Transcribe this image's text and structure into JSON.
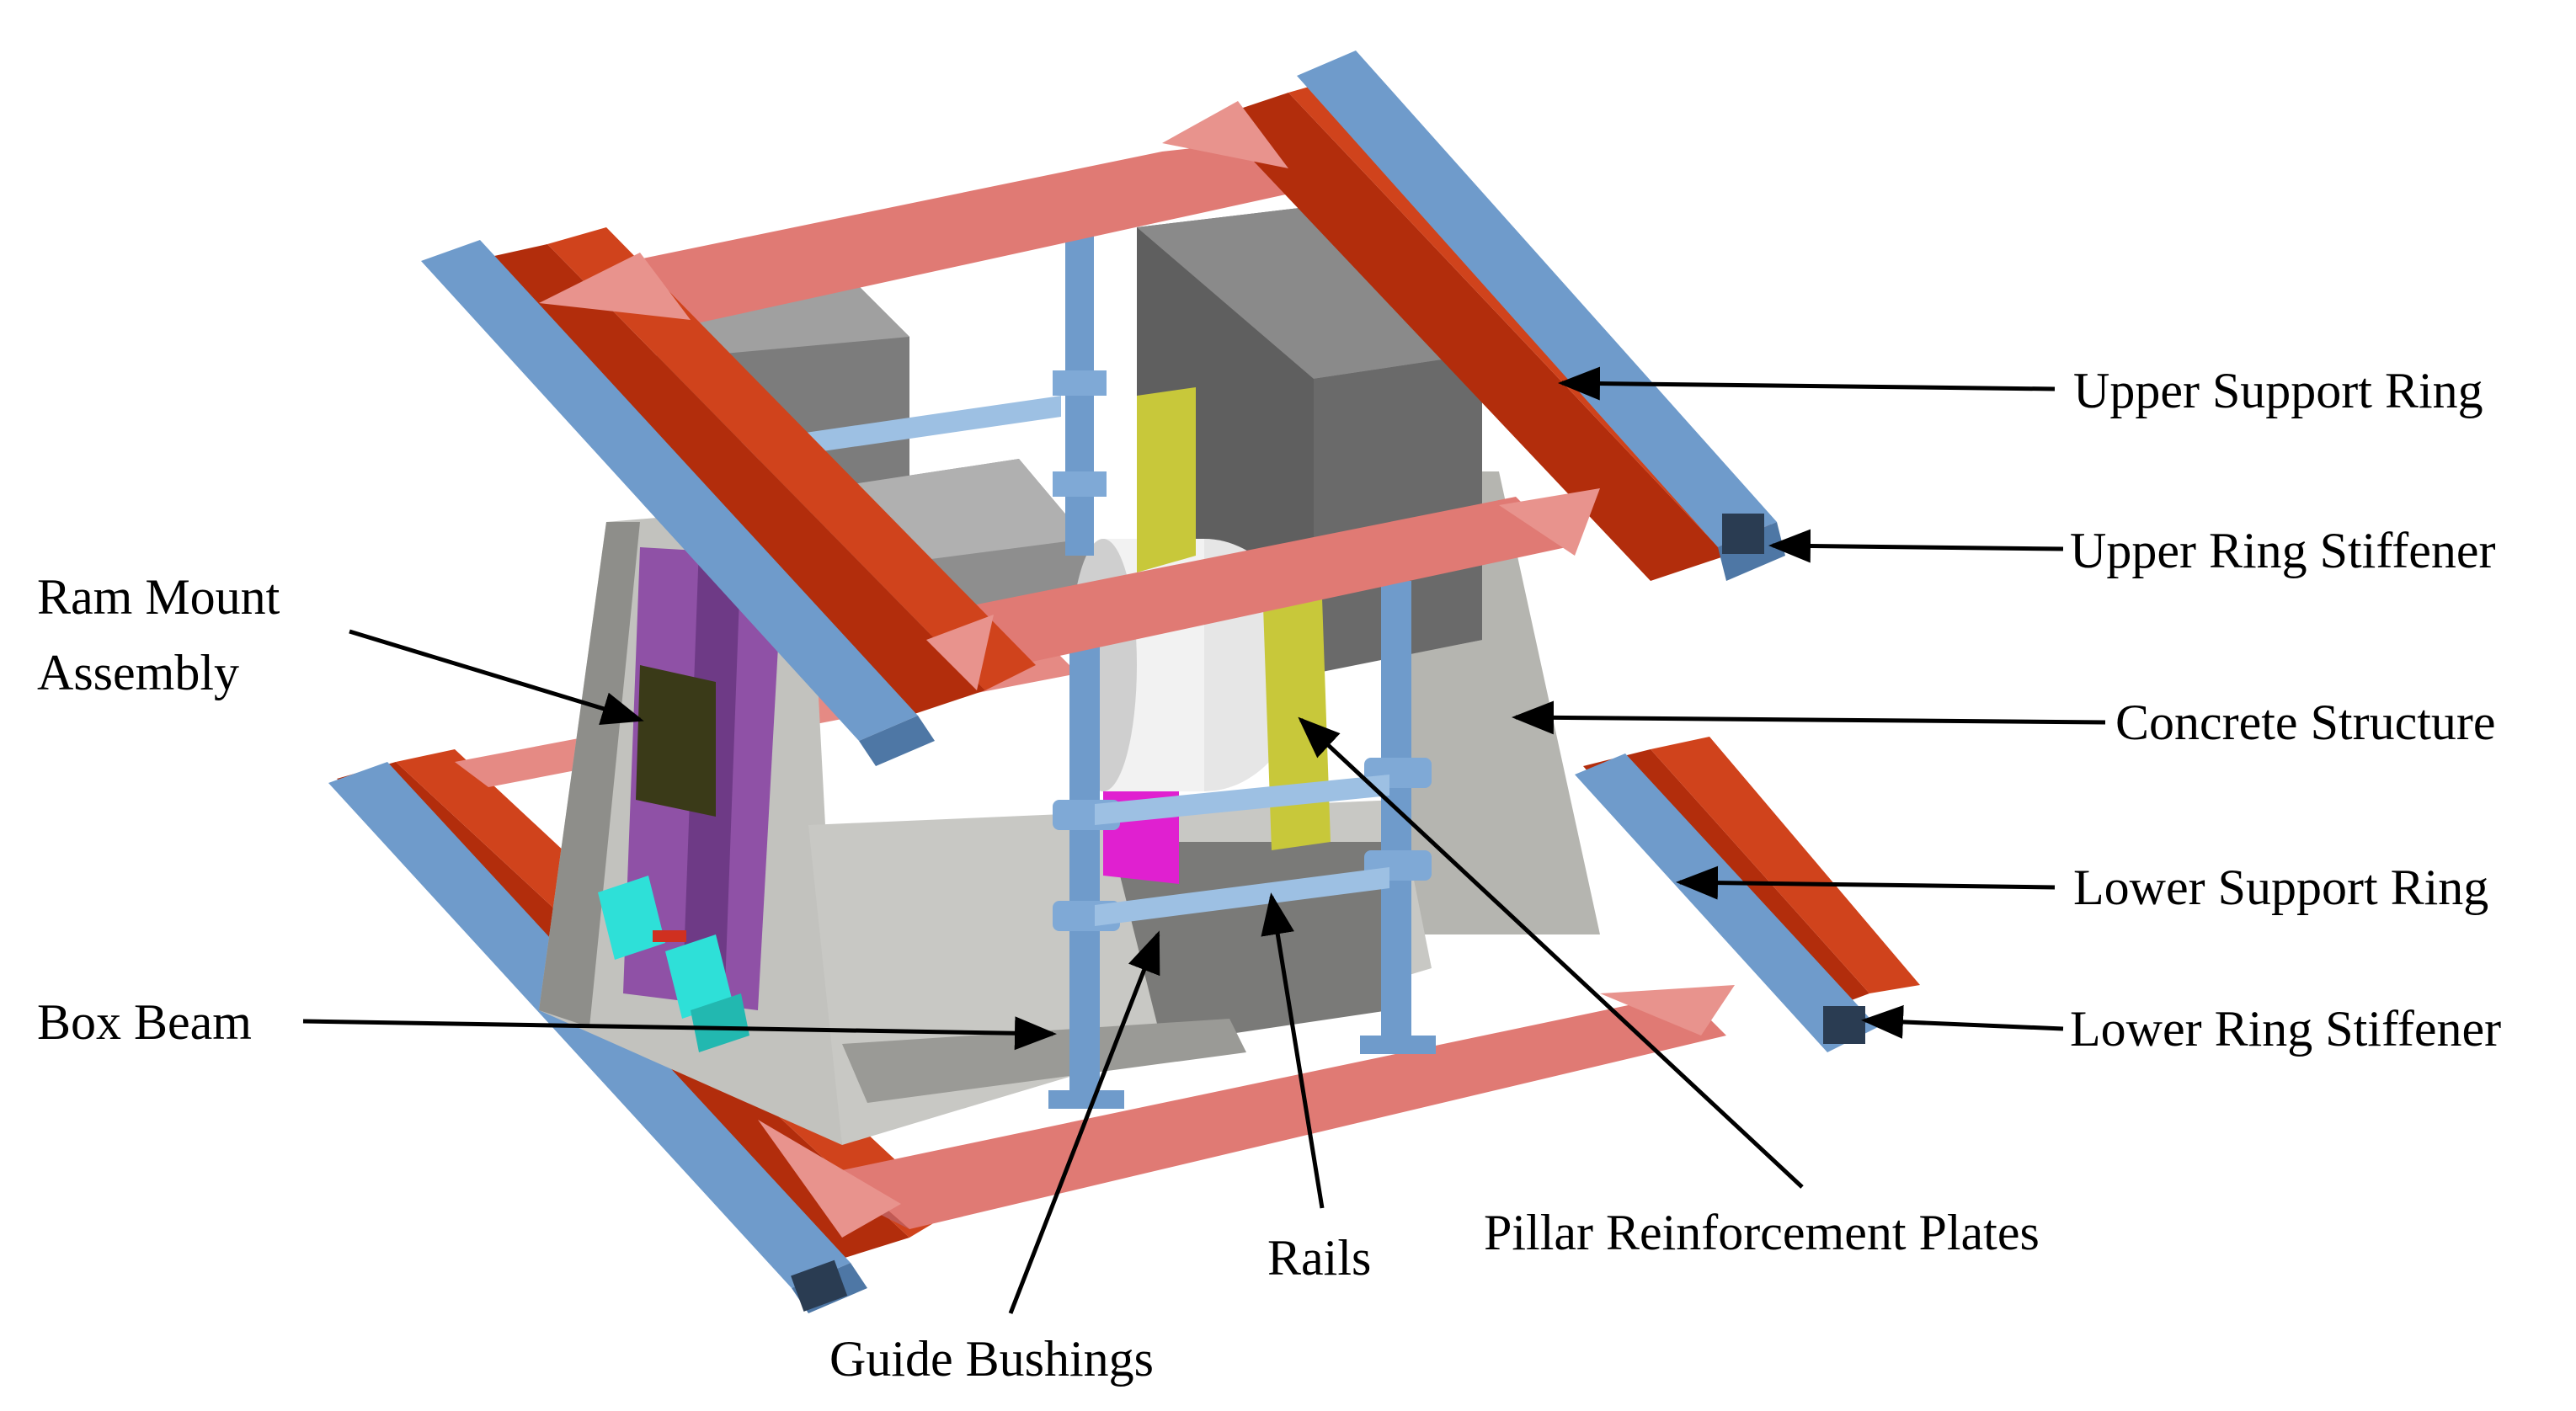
{
  "labels": {
    "upper_support_ring": "Upper Support Ring",
    "upper_ring_stiffener": "Upper Ring Stiffener",
    "concrete_structure": "Concrete Structure",
    "lower_support_ring": "Lower Support Ring",
    "lower_ring_stiffener": "Lower Ring Stiffener",
    "ram_mount_line1": "Ram Mount",
    "ram_mount_line2": "Assembly",
    "box_beam": "Box Beam",
    "guide_bushings": "Guide Bushings",
    "rails": "Rails",
    "pillar_reinforcement_plates": "Pillar Reinforcement Plates"
  },
  "colors": {
    "ring_red": "#B22D0C",
    "ring_salmon": "#E07A74",
    "stiffener_blue": "#6F9BCB",
    "concrete_light": "#C2C2BE",
    "concrete_dark": "#6F6F6F",
    "purple": "#8F51A6",
    "magenta": "#E020D0",
    "cyan": "#2EE0D8",
    "yellow": "#C8C83A",
    "green": "#3E8E3A"
  }
}
